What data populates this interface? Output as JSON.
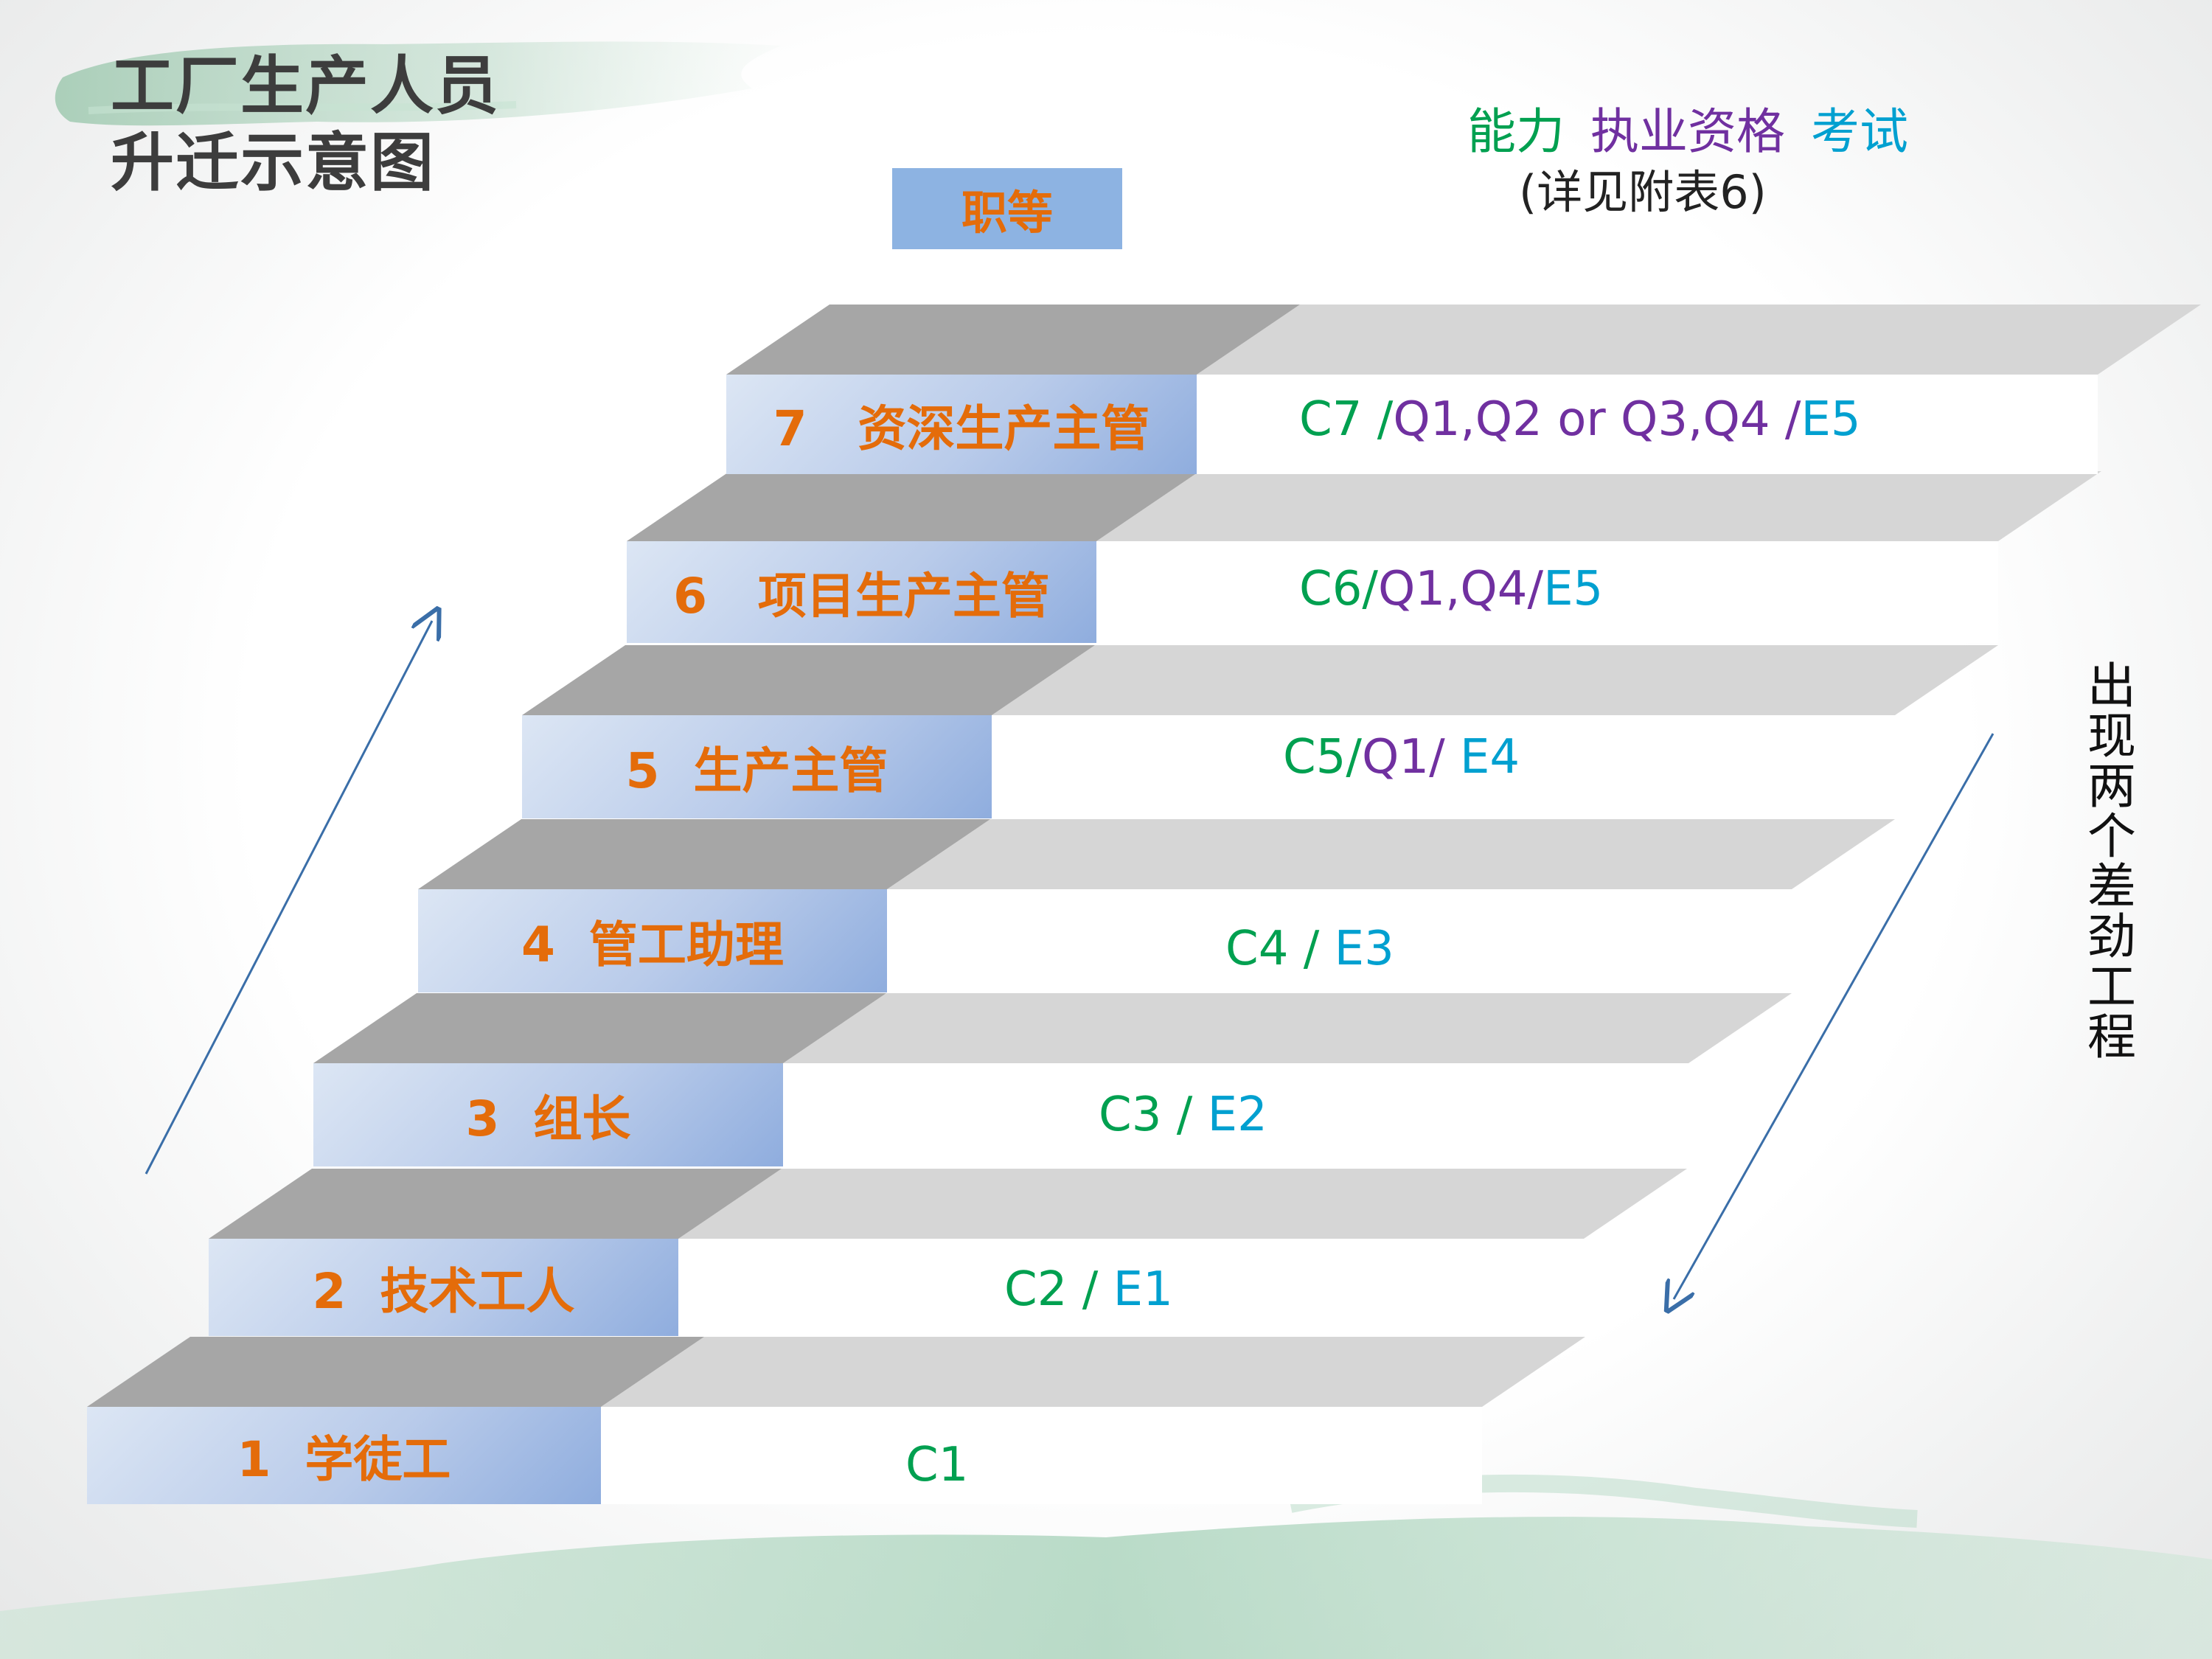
{
  "title": {
    "line1": "工厂生产人员",
    "line2": "升迁示意图"
  },
  "grade_header": "职等",
  "legend": {
    "ability": "能力",
    "qualification": "执业资格",
    "exam": "考试",
    "note": "(详见附表6)"
  },
  "colors": {
    "ability": "#00a050",
    "qualification": "#7030a0",
    "exam": "#00a0d0",
    "grade_text": "#e46c0a"
  },
  "levels": [
    {
      "label": "1  学徒工",
      "reqs": [
        {
          "text": "C1",
          "kind": "ability"
        }
      ]
    },
    {
      "label": "2  技术工人",
      "reqs": [
        {
          "text": "C2 / ",
          "kind": "ability"
        },
        {
          "text": "E1",
          "kind": "exam"
        }
      ]
    },
    {
      "label": "3  组长",
      "reqs": [
        {
          "text": "C3 / ",
          "kind": "ability"
        },
        {
          "text": "E2",
          "kind": "exam"
        }
      ]
    },
    {
      "label": "4  管工助理",
      "reqs": [
        {
          "text": "C4 / ",
          "kind": "ability"
        },
        {
          "text": "E3",
          "kind": "exam"
        }
      ]
    },
    {
      "label": "5  生产主管",
      "reqs": [
        {
          "text": "C5/",
          "kind": "ability"
        },
        {
          "text": "Q1/",
          "kind": "qualification"
        },
        {
          "text": " E4",
          "kind": "exam"
        }
      ]
    },
    {
      "label": "6   项目生产主管",
      "reqs": [
        {
          "text": "C6/",
          "kind": "ability"
        },
        {
          "text": "Q1,Q4/",
          "kind": "qualification"
        },
        {
          "text": "E5",
          "kind": "exam"
        }
      ]
    },
    {
      "label": "7   资深生产主管",
      "reqs": [
        {
          "text": "C7 /",
          "kind": "ability"
        },
        {
          "text": "Q1,Q2 or Q3,Q4 /",
          "kind": "qualification"
        },
        {
          "text": "E5",
          "kind": "exam"
        }
      ]
    }
  ],
  "side_note": "出现两个差劲工程"
}
